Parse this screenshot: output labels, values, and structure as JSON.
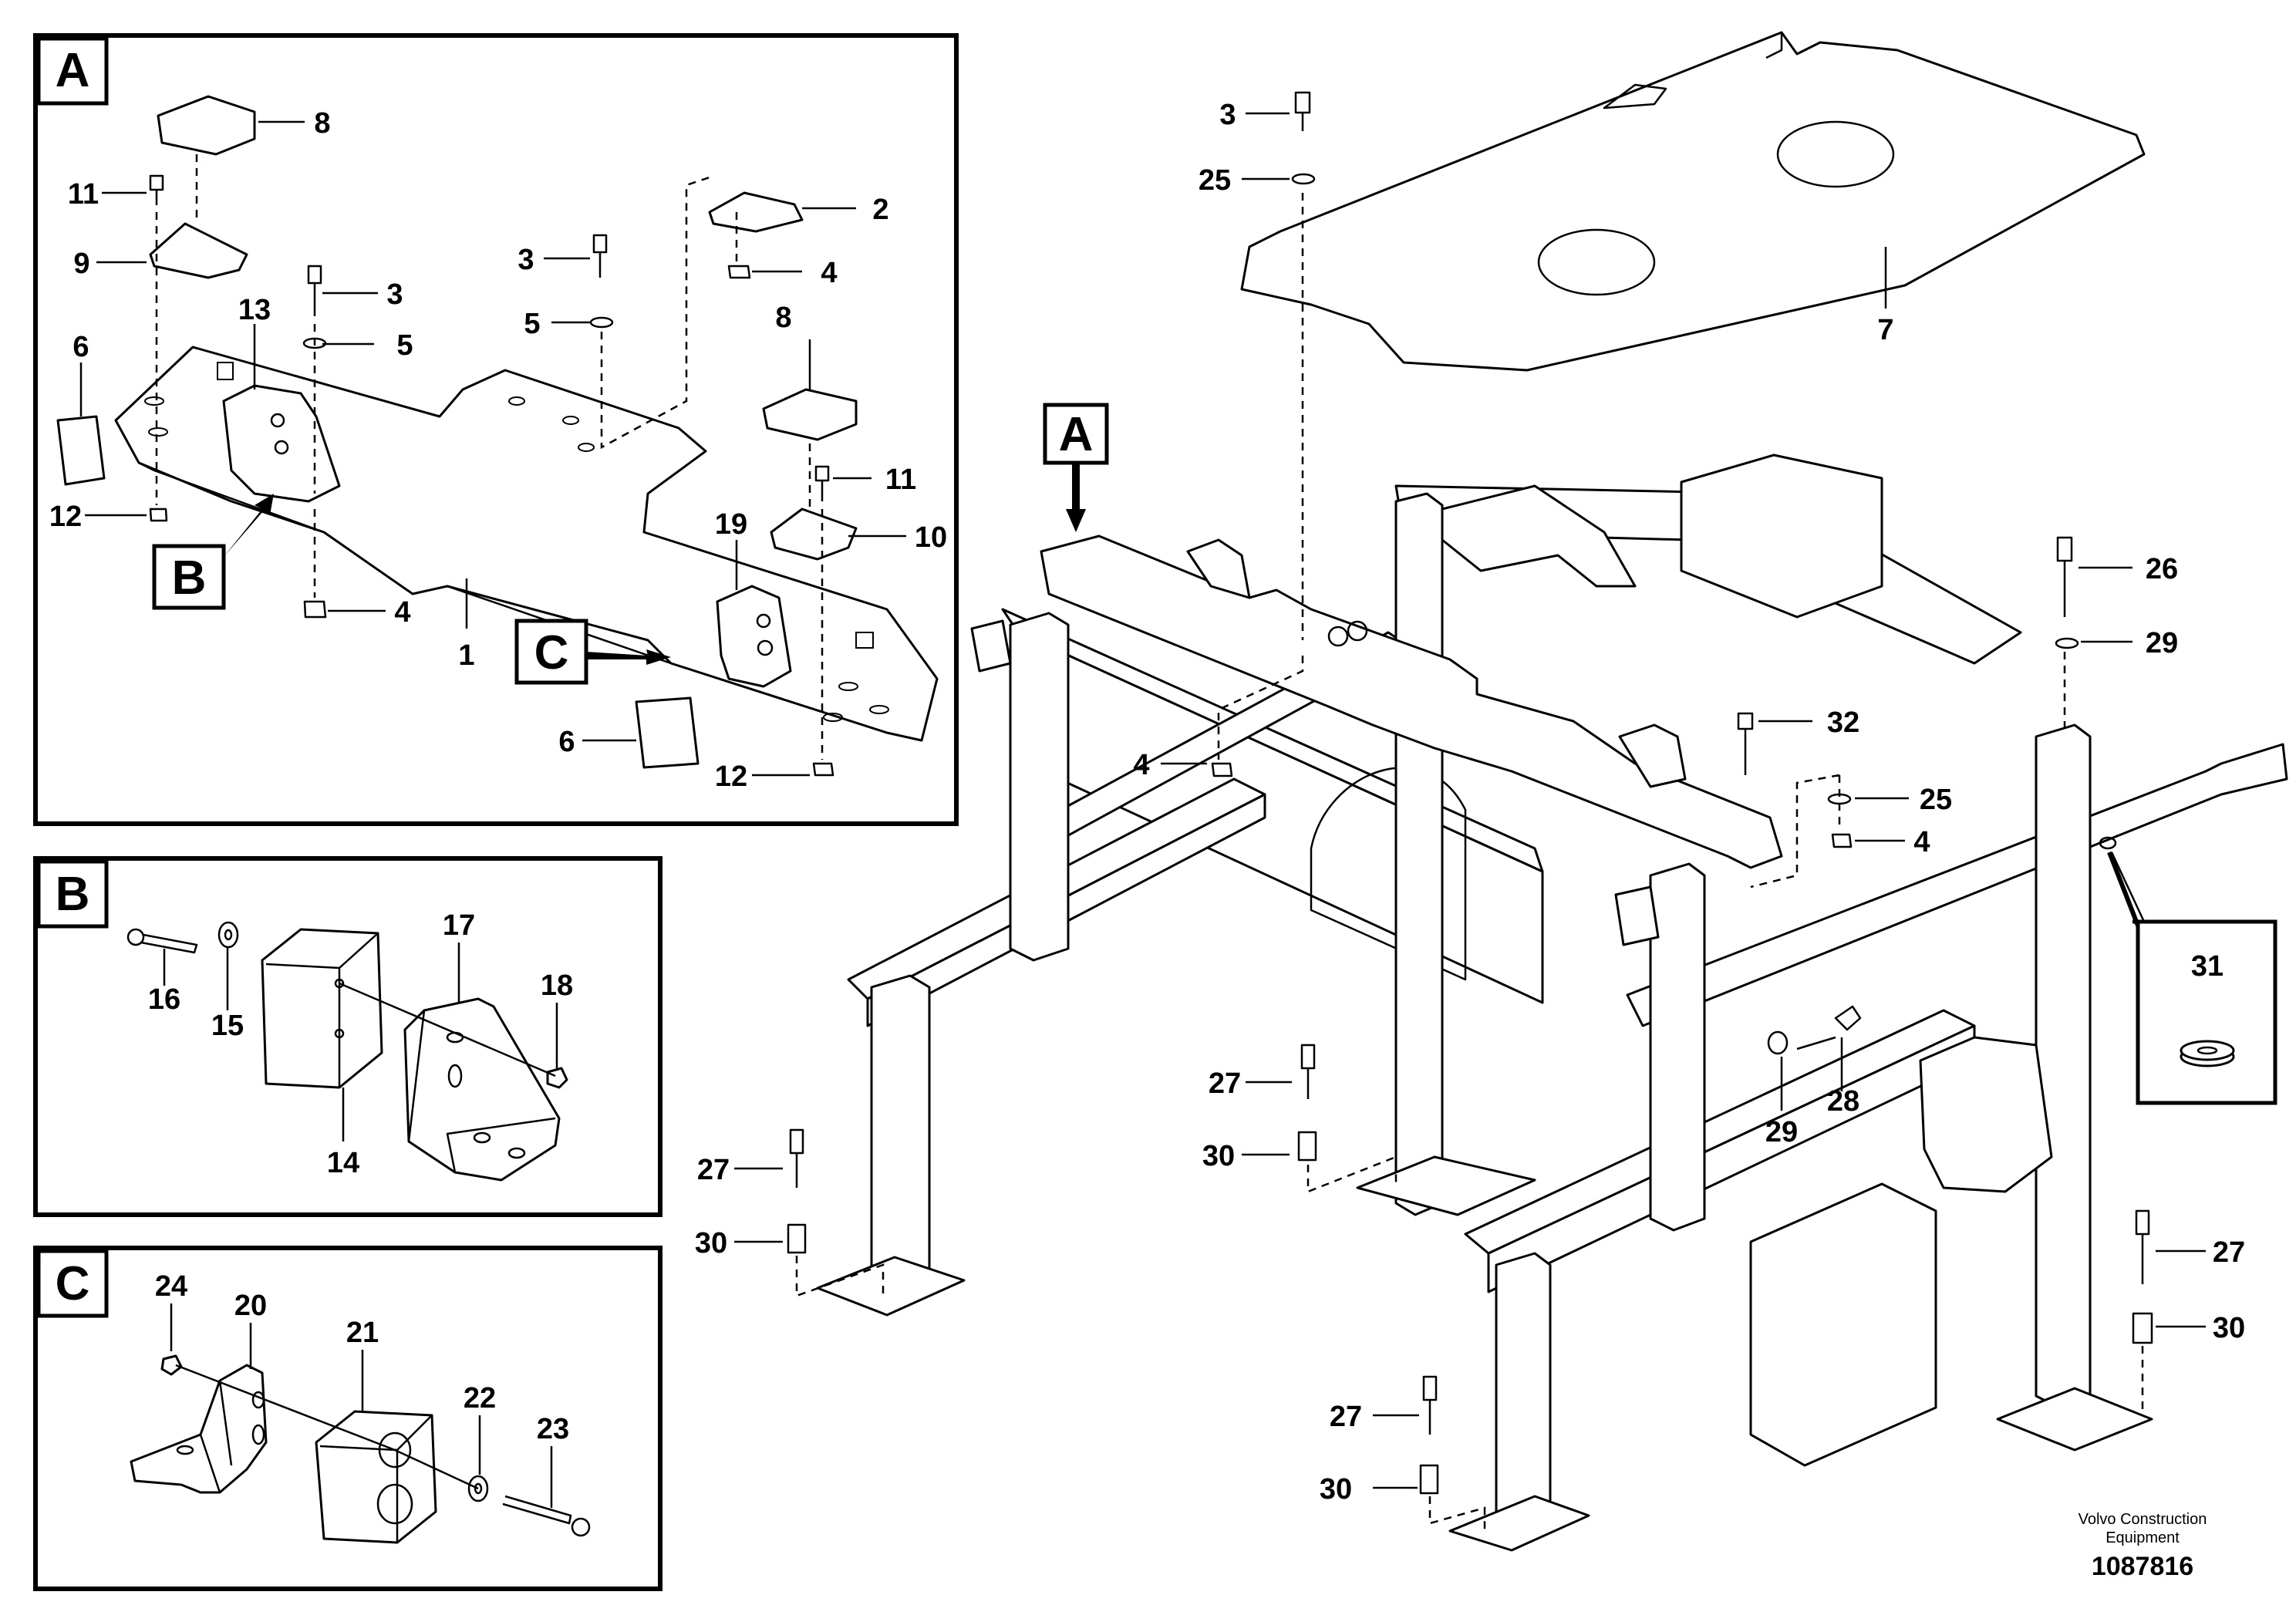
{
  "detail_views": {
    "A": {
      "label": "A",
      "callouts": {
        "c8_top": "8",
        "c11": "11",
        "c9": "9",
        "c13": "13",
        "c6_left": "6",
        "c12_left": "12",
        "c3_a": "3",
        "c5_a": "5",
        "c4_a": "4",
        "c1": "1",
        "c3_b": "3",
        "c5_b": "5",
        "c2": "2",
        "c4_b": "4",
        "c8_right": "8",
        "c11_right": "11",
        "c10": "10",
        "c19": "19",
        "c6_bottom": "6",
        "c12_bottom": "12"
      },
      "sub_view_markers": {
        "B": "B",
        "C": "C"
      }
    },
    "B": {
      "label": "B",
      "callouts": {
        "c16": "16",
        "c15": "15",
        "c17": "17",
        "c18": "18",
        "c14": "14"
      }
    },
    "C": {
      "label": "C",
      "callouts": {
        "c24": "24",
        "c20": "20",
        "c21": "21",
        "c22": "22",
        "c23": "23"
      }
    }
  },
  "main_view": {
    "marker_A": "A",
    "callouts": {
      "c3": "3",
      "c25_top": "25",
      "c7": "7",
      "c26": "26",
      "c29_top": "29",
      "c32": "32",
      "c4_left": "4",
      "c25_right": "25",
      "c4_right": "4",
      "c31": "31",
      "c27_mid": "27",
      "c30_mid": "30",
      "c28": "28",
      "c29_mid": "29",
      "c27_left": "27",
      "c30_left": "30",
      "c27_right": "27",
      "c30_right": "30",
      "c27_bottom": "27",
      "c30_bottom": "30"
    }
  },
  "credit": {
    "line1": "Volvo Construction",
    "line2": "Equipment"
  },
  "doc_number": "1087816"
}
